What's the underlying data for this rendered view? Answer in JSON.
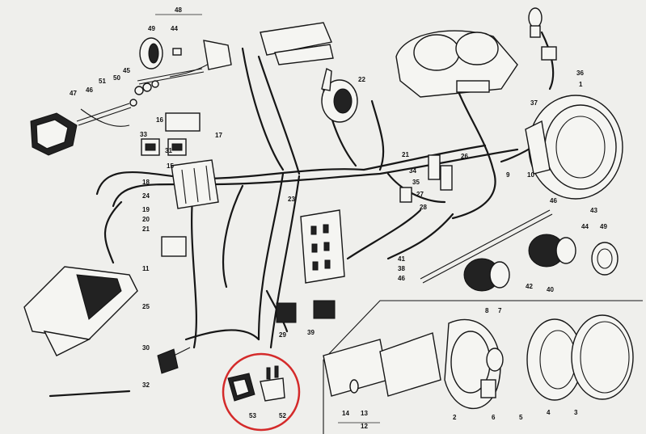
{
  "labels": {
    "l1": "1",
    "l2": "2",
    "l3": "3",
    "l4": "4",
    "l5": "5",
    "l6": "6",
    "l7": "7",
    "l8": "8",
    "l9": "9",
    "l10": "10",
    "l11": "11",
    "l12": "12",
    "l13": "13",
    "l14": "14",
    "l15": "15",
    "l16": "16",
    "l17": "17",
    "l18": "18",
    "l19": "19",
    "l20": "20",
    "l21": "21",
    "l22": "22",
    "l23": "23",
    "l24": "24",
    "l25": "25",
    "l26": "26",
    "l27": "27",
    "l28": "28",
    "l29": "29",
    "l30": "30",
    "l31": "31",
    "l32": "32",
    "l33": "33",
    "l34": "34",
    "l35": "35",
    "l36": "36",
    "l37": "37",
    "l38": "38",
    "l39": "39",
    "l40": "40",
    "l41": "41",
    "l42": "42",
    "l43": "43",
    "l44": "44",
    "l45": "45",
    "l46": "46",
    "l47": "47",
    "l48": "48",
    "l49": "49",
    "l50": "50",
    "l51": "51",
    "l52": "52",
    "l53": "53"
  },
  "colors": {
    "ink": "#161616",
    "paper": "#efefec",
    "highlight": "#d42a2a"
  }
}
